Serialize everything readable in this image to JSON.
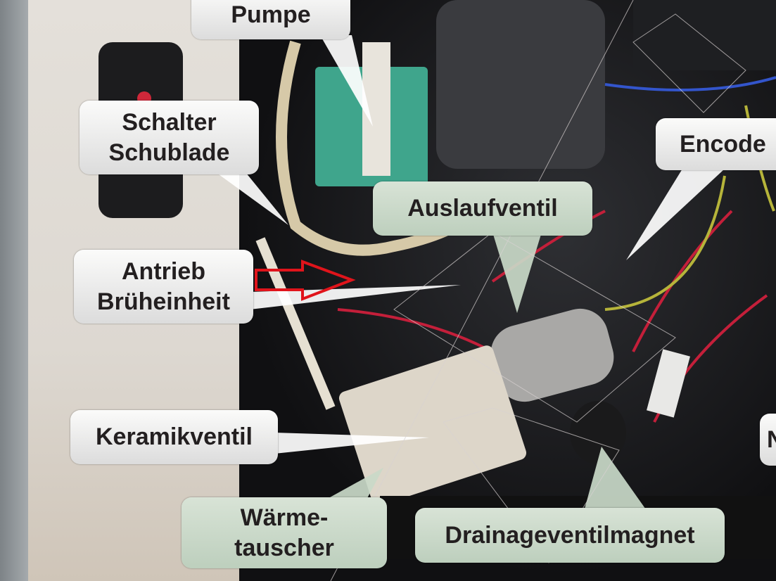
{
  "labels": {
    "pumpe": "Pumpe",
    "schalter_schublade_1": "Schalter",
    "schalter_schublade_2": "Schublade",
    "antrieb_1": "Antrieb",
    "antrieb_2": "Brüheinheit",
    "keramikventil": "Keramikventil",
    "waermetauscher_1": "Wärme-",
    "waermetauscher_2": "tauscher",
    "drainage": "Drainageventilmagnet",
    "auslaufventil": "Auslaufventil",
    "encoder": "Encode",
    "n_label": "N"
  },
  "colors": {
    "arrow": "#e0141b",
    "callout_white": "#f2f2f2",
    "callout_green": "#c9d9c8"
  }
}
